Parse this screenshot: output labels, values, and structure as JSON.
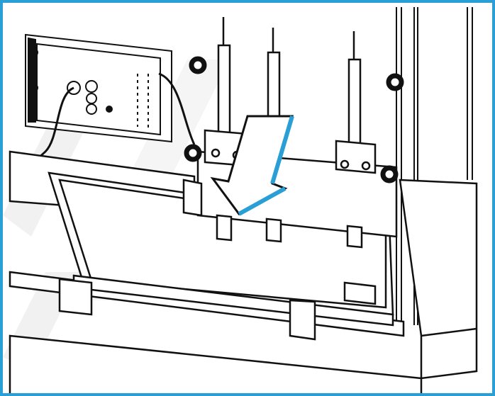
{
  "figure": {
    "kind": "technical assembly illustration",
    "border_color": "#2a9fd6",
    "arrow_color": "#2a9fd6",
    "arrow_direction": "down-left",
    "line_color": "#111111",
    "watermark_color": "#eeeeee"
  },
  "parts": {
    "control_board": "circuit-board-panel",
    "cable": "connector-cable",
    "rods": [
      "left-rod",
      "center-rod",
      "right-rod"
    ],
    "clamps": [
      "left-clamp",
      "right-clamp"
    ],
    "knobs": [
      "top-left-knob",
      "mid-left-knob",
      "right-knob",
      "top-right-knob"
    ],
    "cutout_plate": "cutout-plate",
    "lower_frame": "lower-frame-assembly"
  }
}
